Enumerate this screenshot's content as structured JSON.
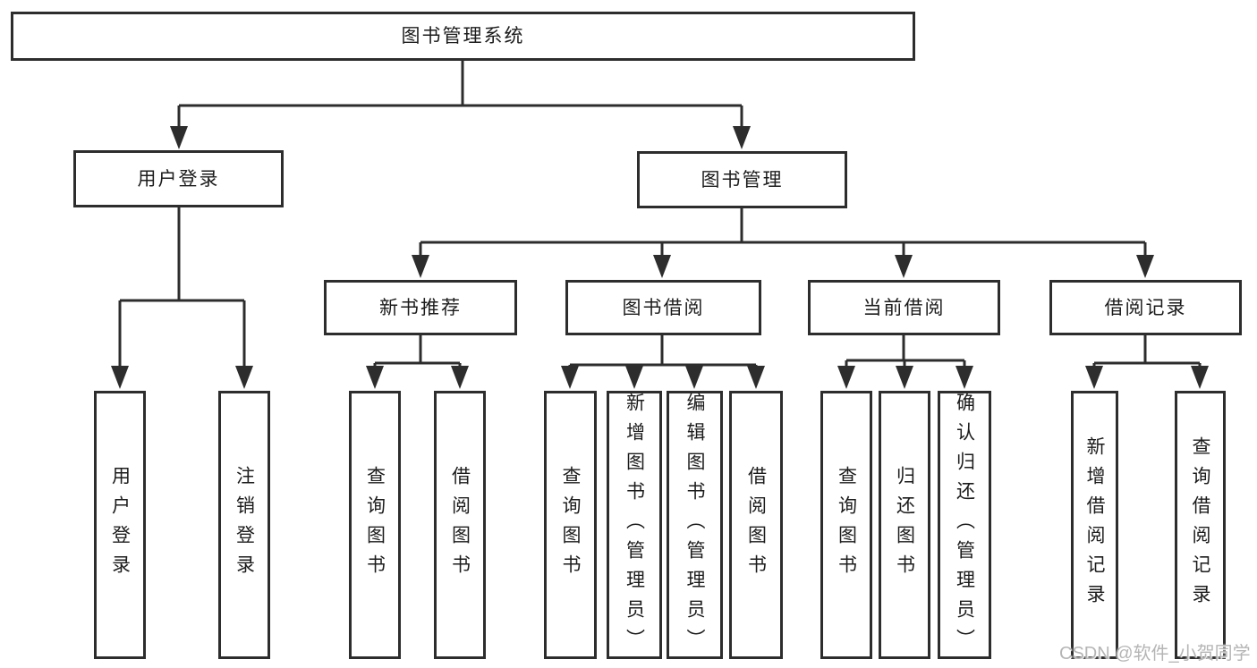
{
  "diagram_type": "functional-structure-tree",
  "tree": {
    "label": "图书管理系统",
    "children": [
      {
        "label": "用户登录",
        "children": [
          {
            "label": "用户登录"
          },
          {
            "label": "注销登录"
          }
        ]
      },
      {
        "label": "图书管理",
        "children": [
          {
            "label": "新书推荐",
            "children": [
              {
                "label": "查询图书"
              },
              {
                "label": "借阅图书"
              }
            ]
          },
          {
            "label": "图书借阅",
            "children": [
              {
                "label": "查询图书"
              },
              {
                "label": "新增图书（管理员）"
              },
              {
                "label": "编辑图书（管理员）"
              },
              {
                "label": "借阅图书"
              }
            ]
          },
          {
            "label": "当前借阅",
            "children": [
              {
                "label": "查询图书"
              },
              {
                "label": "归还图书"
              },
              {
                "label": "确认归还（管理员）"
              }
            ]
          },
          {
            "label": "借阅记录",
            "children": [
              {
                "label": "新增借阅记录"
              },
              {
                "label": "查询借阅记录"
              }
            ]
          }
        ]
      }
    ]
  },
  "watermark": "CSDN @软件_小贺同学",
  "colors": {
    "line": "#2d2d2d",
    "text": "#1c1c1c",
    "watermark": "#b5b5b5",
    "background": "#ffffff"
  }
}
